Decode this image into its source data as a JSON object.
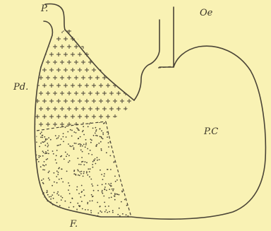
{
  "labels": {
    "pylorus": "P.",
    "oesophagus": "Oe",
    "pyloric_division": "Pd.",
    "cardiac_pouch": "P.C",
    "fundus": "F."
  },
  "colors": {
    "background": "#f9f2b4",
    "ink": "#4a4436"
  }
}
